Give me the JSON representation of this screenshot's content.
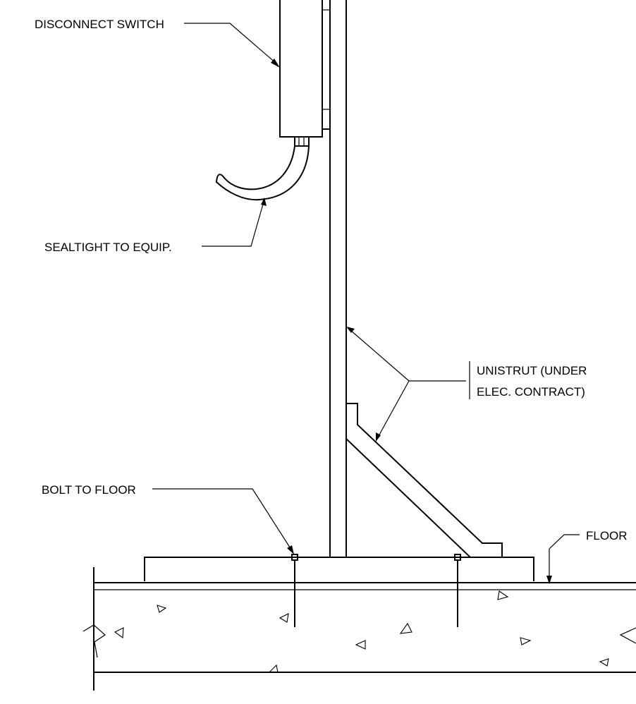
{
  "labels": {
    "disconnect_switch": "DISCONNECT SWITCH",
    "sealtight": "SEALTIGHT TO EQUIP.",
    "unistrut_line1": "UNISTRUT (UNDER",
    "unistrut_line2": "ELEC. CONTRACT)",
    "bolt_to_floor": "BOLT TO FLOOR",
    "floor": "FLOOR"
  }
}
